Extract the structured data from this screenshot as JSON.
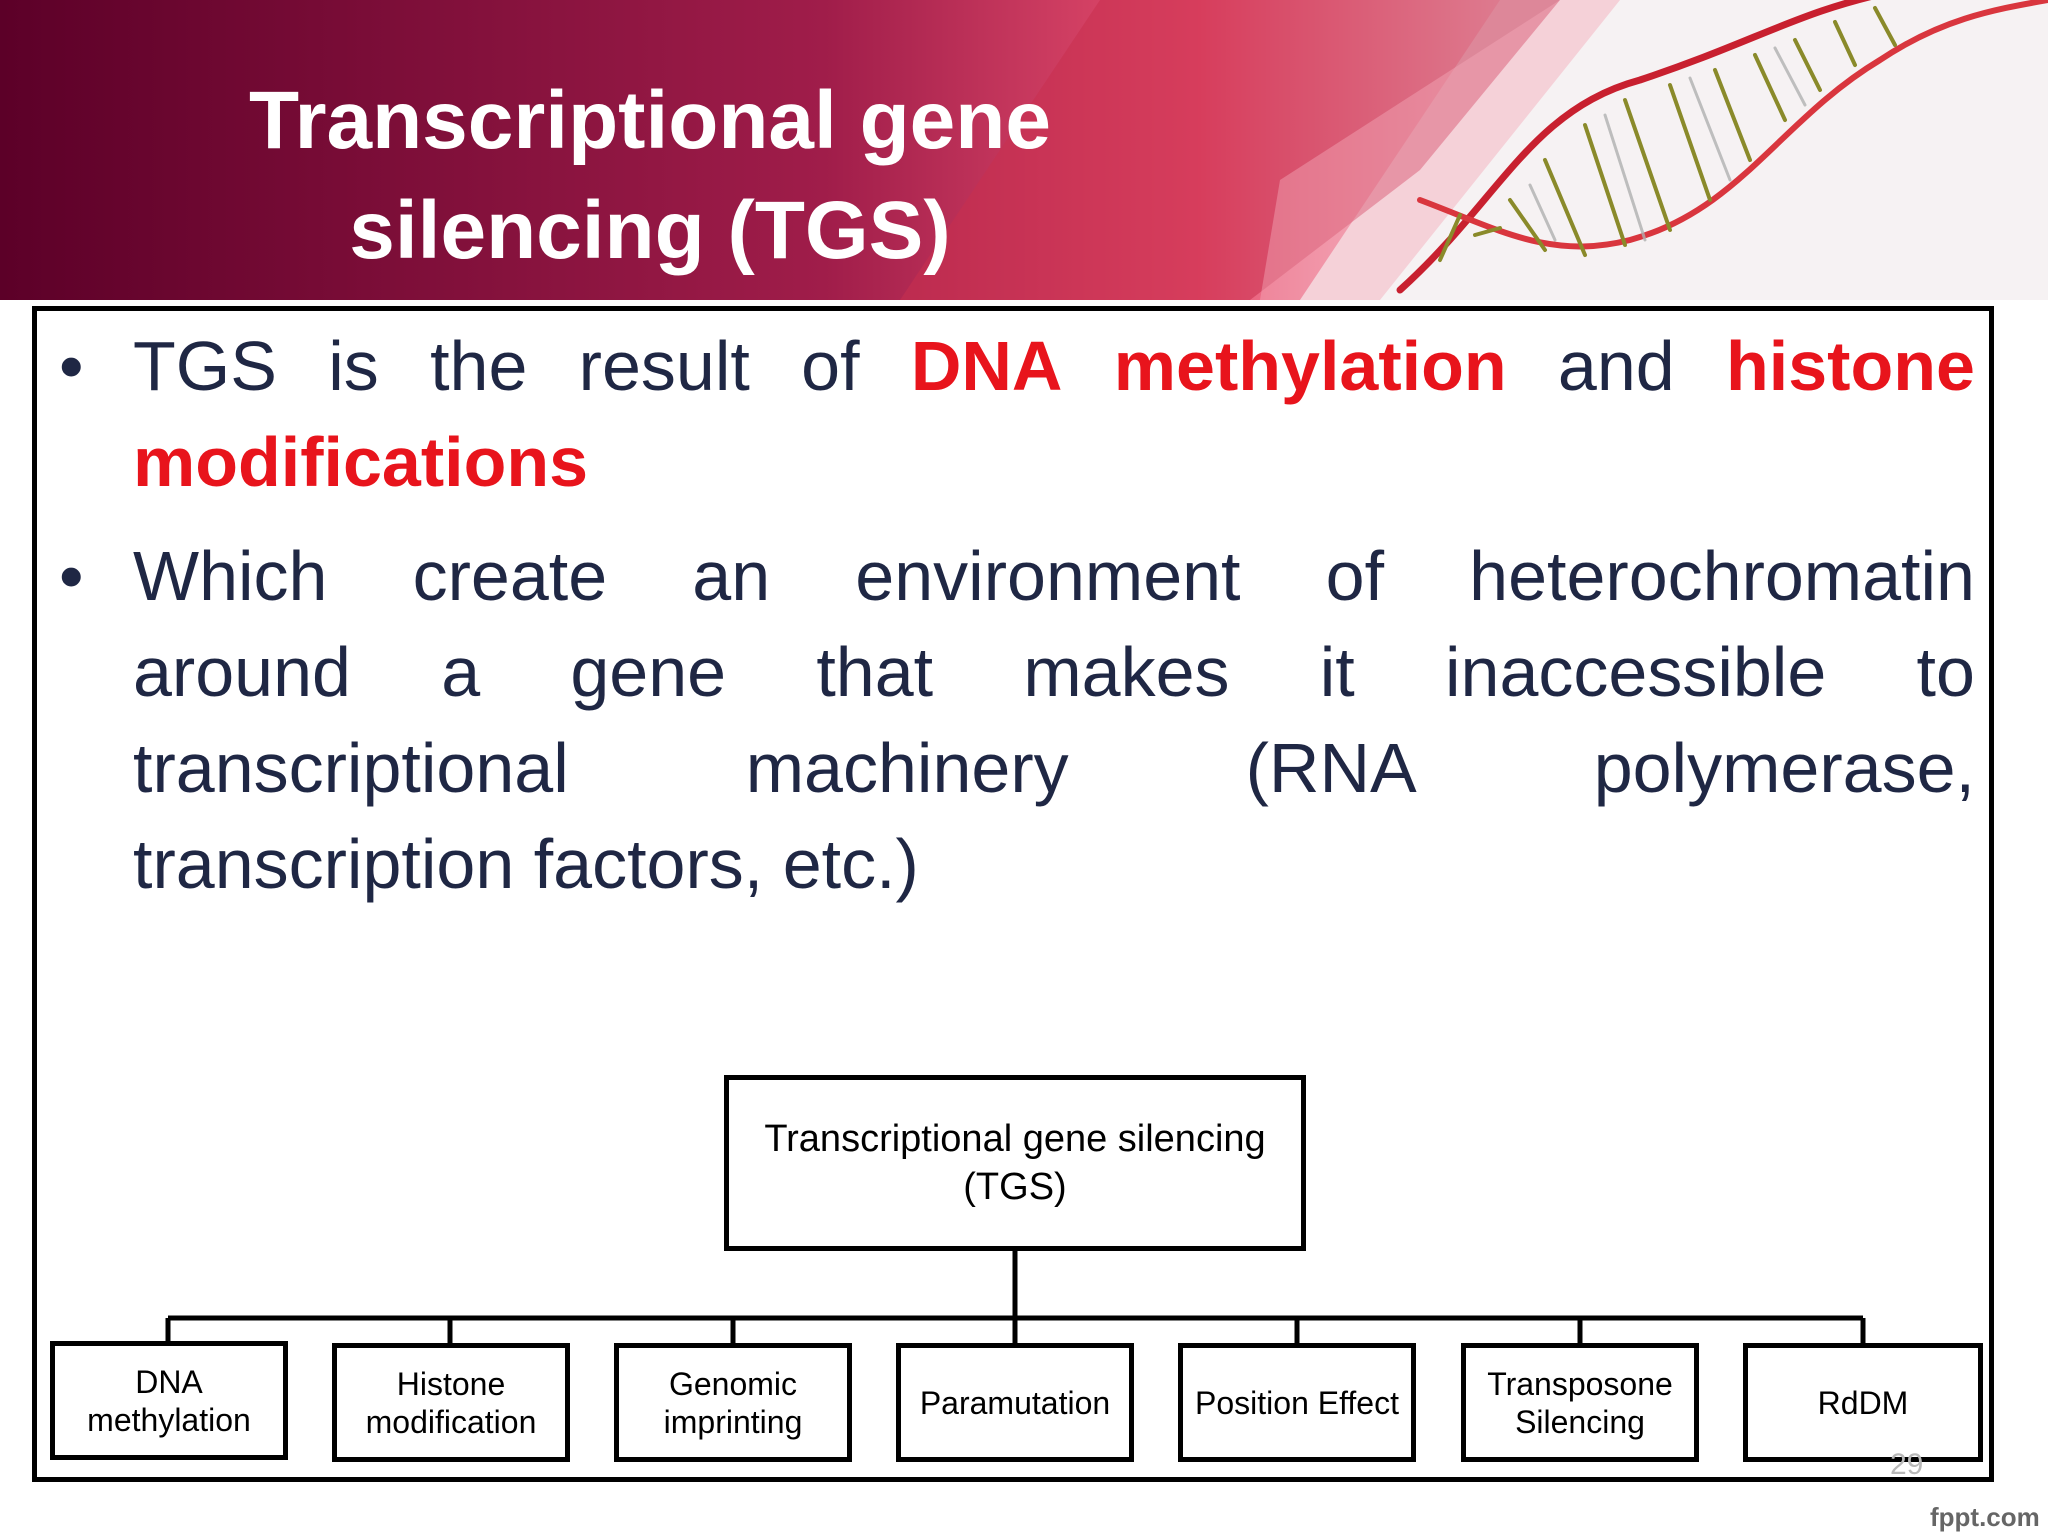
{
  "slide": {
    "title_line1": "Transcriptional gene",
    "title_line2": "silencing (TGS)",
    "page_number": "29",
    "brand": "fppt.com"
  },
  "bullets": {
    "b1": {
      "words": [
        "TGS",
        "is",
        "the",
        "result",
        "of",
        "DNA",
        "methylation",
        "and",
        "histone"
      ],
      "red": [
        false,
        false,
        false,
        false,
        false,
        true,
        true,
        false,
        true
      ],
      "line2": "modifications"
    },
    "b2": {
      "line1": [
        "Which",
        "create",
        "an",
        "environment",
        "of",
        "heterochromatin"
      ],
      "line2": [
        "around",
        "a",
        "gene",
        "that",
        "makes",
        "it",
        "inaccessible",
        "to"
      ],
      "line3": [
        "transcriptional",
        "machinery",
        "(RNA",
        "polymerase,"
      ],
      "line4": "transcription factors, etc.)"
    }
  },
  "diagram": {
    "root_line1": "Transcriptional gene silencing",
    "root_line2": "(TGS)",
    "children": [
      {
        "line1": "DNA",
        "line2": "methylation"
      },
      {
        "line1": "Histone",
        "line2": "modification"
      },
      {
        "line1": "Genomic",
        "line2": "imprinting"
      },
      {
        "line1": "Paramutation",
        "line2": ""
      },
      {
        "line1": "Position Effect",
        "line2": ""
      },
      {
        "line1": "Transposone",
        "line2": "Silencing"
      },
      {
        "line1": "RdDM",
        "line2": ""
      }
    ]
  },
  "colors": {
    "banner_dark": "#5c0028",
    "banner_mid": "#a01d4a",
    "banner_light": "#e84f6e",
    "text_dark": "#1f2744",
    "highlight_red": "#e8141c"
  }
}
